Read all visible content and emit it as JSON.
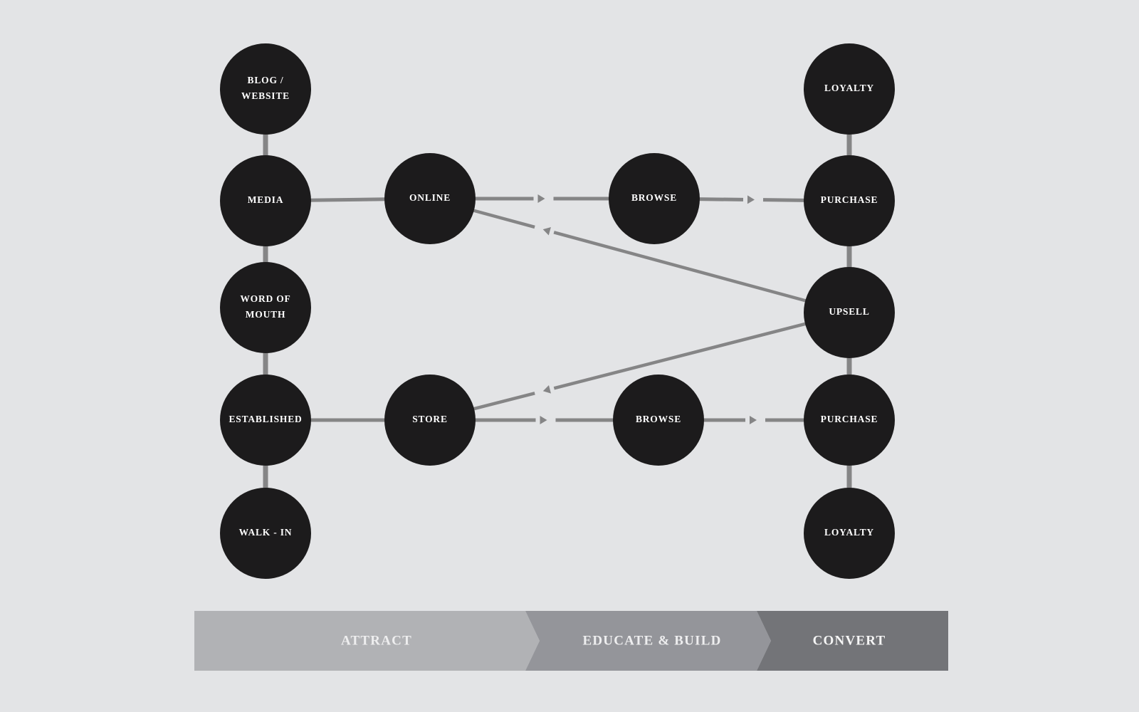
{
  "colors": {
    "background": "#e3e4e6",
    "node_fill": "#1c1b1c",
    "node_text": "#ffffff",
    "connector": "#858586",
    "stage_attract": "#b1b2b5",
    "stage_educate": "#94959a",
    "stage_convert": "#737478",
    "stage_text_light": "#eeeeef",
    "stage_text_dark": "#f5f5f5"
  },
  "nodes": [
    {
      "id": "blog",
      "lines": [
        "BLOG /",
        "WEBSITE"
      ]
    },
    {
      "id": "media",
      "lines": [
        "MEDIA"
      ]
    },
    {
      "id": "wom",
      "lines": [
        "WORD OF",
        "MOUTH"
      ]
    },
    {
      "id": "established",
      "lines": [
        "ESTABLISHED"
      ]
    },
    {
      "id": "walkin",
      "lines": [
        "WALK - IN"
      ]
    },
    {
      "id": "online",
      "lines": [
        "ONLINE"
      ]
    },
    {
      "id": "store",
      "lines": [
        "STORE"
      ]
    },
    {
      "id": "browse1",
      "lines": [
        "BROWSE"
      ]
    },
    {
      "id": "browse2",
      "lines": [
        "BROWSE"
      ]
    },
    {
      "id": "loyalty1",
      "lines": [
        "LOYALTY"
      ]
    },
    {
      "id": "purchase1",
      "lines": [
        "PURCHASE"
      ]
    },
    {
      "id": "upsell",
      "lines": [
        "UPSELL"
      ]
    },
    {
      "id": "purchase2",
      "lines": [
        "PURCHASE"
      ]
    },
    {
      "id": "loyalty2",
      "lines": [
        "LOYALTY"
      ]
    }
  ],
  "edges": [
    {
      "from": "blog",
      "to": "media",
      "arrow": false
    },
    {
      "from": "media",
      "to": "wom",
      "arrow": false
    },
    {
      "from": "wom",
      "to": "established",
      "arrow": false
    },
    {
      "from": "established",
      "to": "walkin",
      "arrow": false
    },
    {
      "from": "media",
      "to": "online",
      "arrow": false
    },
    {
      "from": "established",
      "to": "store",
      "arrow": false
    },
    {
      "from": "online",
      "to": "browse1",
      "arrow": true
    },
    {
      "from": "browse1",
      "to": "purchase1",
      "arrow": true
    },
    {
      "from": "store",
      "to": "browse2",
      "arrow": true
    },
    {
      "from": "browse2",
      "to": "purchase2",
      "arrow": true
    },
    {
      "from": "upsell",
      "to": "online",
      "arrow": true
    },
    {
      "from": "upsell",
      "to": "store",
      "arrow": true
    },
    {
      "from": "loyalty1",
      "to": "purchase1",
      "arrow": false
    },
    {
      "from": "purchase1",
      "to": "upsell",
      "arrow": false
    },
    {
      "from": "upsell",
      "to": "purchase2",
      "arrow": false
    },
    {
      "from": "purchase2",
      "to": "loyalty2",
      "arrow": false
    }
  ],
  "stages": [
    {
      "id": "attract",
      "label": "ATTRACT"
    },
    {
      "id": "educate",
      "label": "EDUCATE & BUILD"
    },
    {
      "id": "convert",
      "label": "CONVERT"
    }
  ]
}
